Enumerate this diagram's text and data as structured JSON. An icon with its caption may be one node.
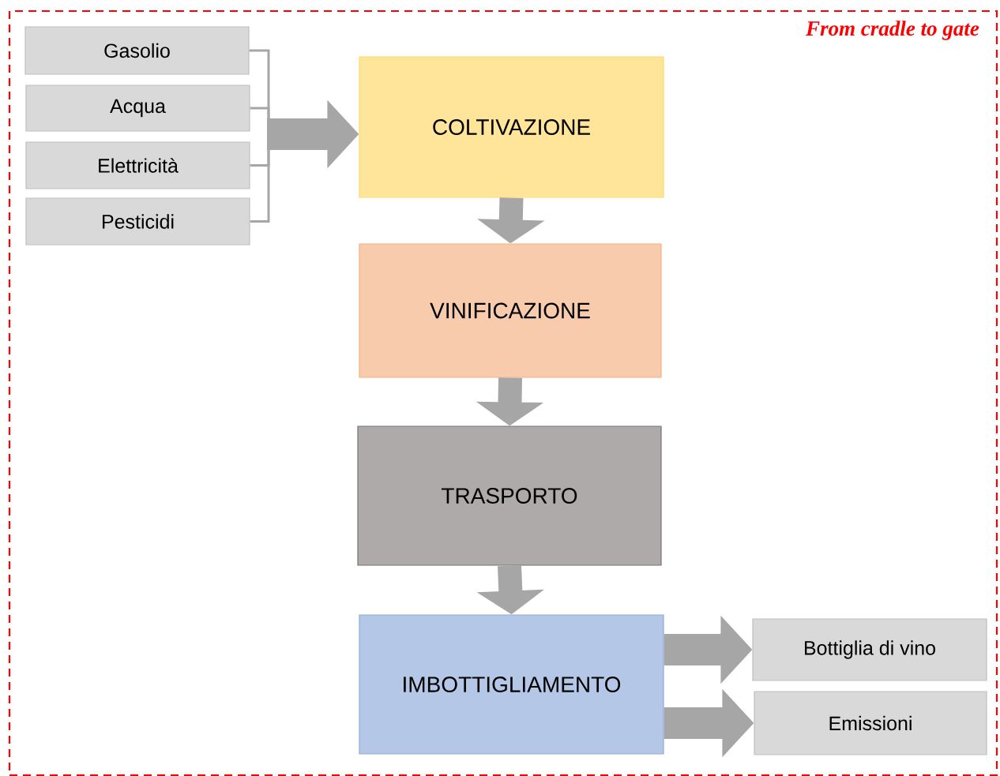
{
  "diagram": {
    "nodes": [
      {
        "text": [
          "From cradle to gate"
        ]
      },
      {
        "text": [
          "Gasolio"
        ],
        "in": 0
      },
      {
        "text": [
          "Acqua"
        ],
        "in": 0
      },
      {
        "text": [
          "Elettricità"
        ],
        "in": 0
      },
      {
        "text": [
          "Pesticidi"
        ],
        "in": 0
      },
      {
        "text": [
          "COLTIVAZIONE"
        ],
        "in": 0
      },
      {
        "text": [
          "VINIFICAZIONE"
        ],
        "in": 0
      },
      {
        "text": [
          "TRASPORTO"
        ],
        "in": 0
      },
      {
        "text": [
          "IMBOTTIGLIAMENTO"
        ],
        "in": 0
      },
      {
        "text": [
          "Bottiglia di vino"
        ],
        "in": 0
      },
      {
        "text": [
          "Emissioni"
        ],
        "in": 0
      }
    ],
    "edges": [
      {
        "from": 1,
        "to": 5,
        "arrow": "to"
      },
      {
        "from": 2,
        "to": 5,
        "arrow": "to"
      },
      {
        "from": 3,
        "to": 5,
        "arrow": "to"
      },
      {
        "from": 4,
        "to": 5,
        "arrow": "to"
      },
      {
        "from": 5,
        "to": 6,
        "arrow": "to"
      },
      {
        "from": 6,
        "to": 7,
        "arrow": "to"
      },
      {
        "from": 7,
        "to": 8,
        "arrow": "to"
      },
      {
        "from": 8,
        "to": 9,
        "arrow": "to"
      },
      {
        "from": 8,
        "to": 10,
        "arrow": "to"
      }
    ]
  }
}
